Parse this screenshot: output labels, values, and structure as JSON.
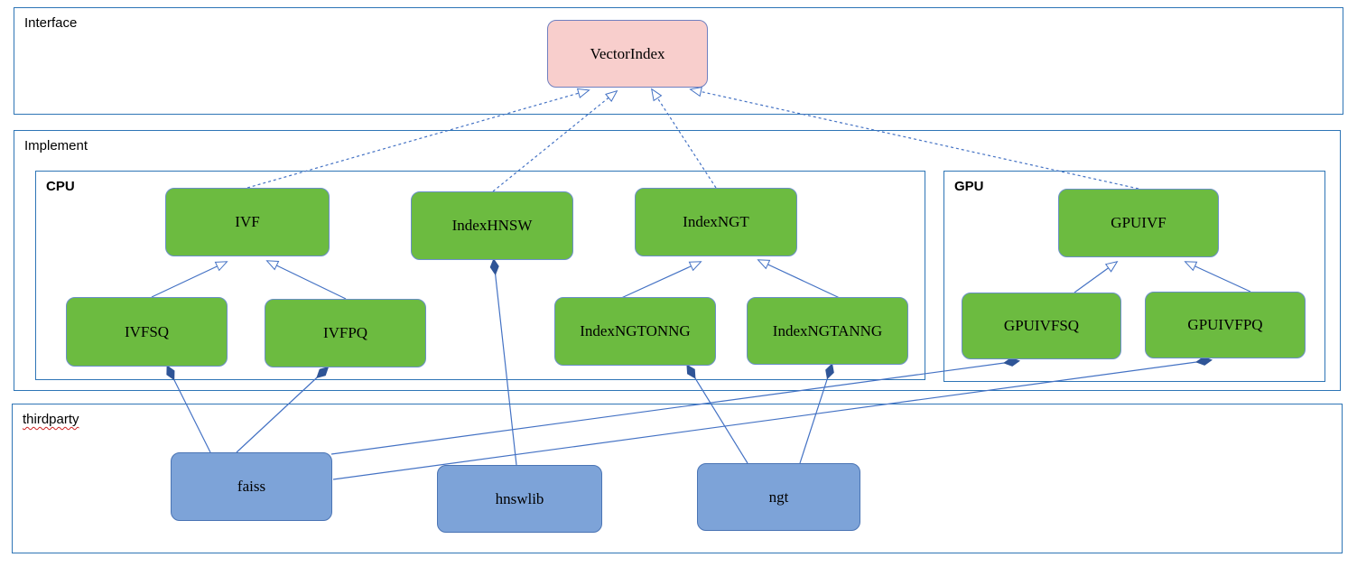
{
  "diagram": {
    "containers": {
      "interface": {
        "label": "Interface"
      },
      "implement": {
        "label": "Implement"
      },
      "cpu": {
        "label": "CPU"
      },
      "gpu": {
        "label": "GPU"
      },
      "thirdparty": {
        "label": "thirdparty"
      }
    },
    "nodes": {
      "vectorindex": {
        "label": "VectorIndex"
      },
      "ivf": {
        "label": "IVF"
      },
      "indexhnsw": {
        "label": "IndexHNSW"
      },
      "indexngt": {
        "label": "IndexNGT"
      },
      "ivfsq": {
        "label": "IVFSQ"
      },
      "ivfpq": {
        "label": "IVFPQ"
      },
      "indexngtonng": {
        "label": "IndexNGTONNG"
      },
      "indexngtanng": {
        "label": "IndexNGTANNG"
      },
      "gpuivf": {
        "label": "GPUIVF"
      },
      "gpuivfsq": {
        "label": "GPUIVFSQ"
      },
      "gpuivfpq": {
        "label": "GPUIVFPQ"
      },
      "faiss": {
        "label": "faiss"
      },
      "hnswlib": {
        "label": "hnswlib"
      },
      "ngt": {
        "label": "ngt"
      }
    },
    "colors": {
      "interface_node_fill": "#f8cecc",
      "class_node_fill": "#6cbb40",
      "library_node_fill": "#7da3d8",
      "edge_stroke": "#4472c4",
      "container_border": "#2e75b6",
      "diamond_fill": "#2f5597"
    },
    "relations": [
      {
        "from": "IVF",
        "to": "VectorIndex",
        "type": "realization-dashed"
      },
      {
        "from": "IndexHNSW",
        "to": "VectorIndex",
        "type": "realization-dashed"
      },
      {
        "from": "IndexNGT",
        "to": "VectorIndex",
        "type": "realization-dashed"
      },
      {
        "from": "GPUIVF",
        "to": "VectorIndex",
        "type": "realization-dashed"
      },
      {
        "from": "IVFSQ",
        "to": "IVF",
        "type": "generalization"
      },
      {
        "from": "IVFPQ",
        "to": "IVF",
        "type": "generalization"
      },
      {
        "from": "IndexNGTONNG",
        "to": "IndexNGT",
        "type": "generalization"
      },
      {
        "from": "IndexNGTANNG",
        "to": "IndexNGT",
        "type": "generalization"
      },
      {
        "from": "GPUIVFSQ",
        "to": "GPUIVF",
        "type": "generalization"
      },
      {
        "from": "GPUIVFPQ",
        "to": "GPUIVF",
        "type": "generalization"
      },
      {
        "from": "IVFSQ",
        "to": "faiss",
        "type": "composition"
      },
      {
        "from": "IVFPQ",
        "to": "faiss",
        "type": "composition"
      },
      {
        "from": "IndexHNSW",
        "to": "hnswlib",
        "type": "composition"
      },
      {
        "from": "IndexNGTONNG",
        "to": "ngt",
        "type": "composition"
      },
      {
        "from": "IndexNGTANNG",
        "to": "ngt",
        "type": "composition"
      },
      {
        "from": "GPUIVFSQ",
        "to": "faiss",
        "type": "composition"
      },
      {
        "from": "GPUIVFPQ",
        "to": "faiss",
        "type": "composition"
      }
    ]
  }
}
